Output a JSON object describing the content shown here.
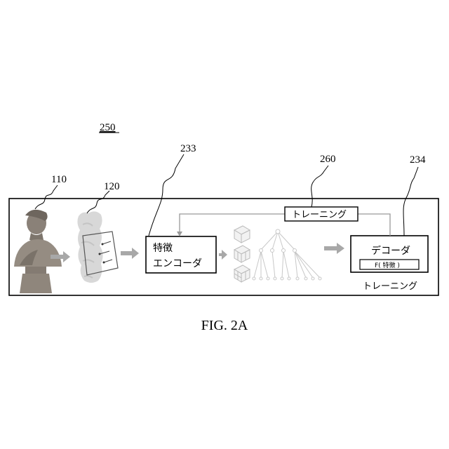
{
  "figure": {
    "ref_main": "250",
    "caption": "FIG. 2A",
    "refs": {
      "bust": "110",
      "pointcloud": "120",
      "encoder": "233",
      "training_loop": "260",
      "decoder": "234"
    }
  },
  "labels": {
    "encoder_line1": "特徴",
    "encoder_line2": "エンコーダ",
    "training_top": "トレーニング",
    "decoder": "デコーダ",
    "decoder_func": "F( 特徴 )",
    "training_bottom": "トレーニング"
  },
  "colors": {
    "stroke": "#000000",
    "arrow_fill": "#a8a8a8",
    "feedback_line": "#999999",
    "bust": "#8a8178",
    "pointcloud": "#d6d6d6"
  }
}
